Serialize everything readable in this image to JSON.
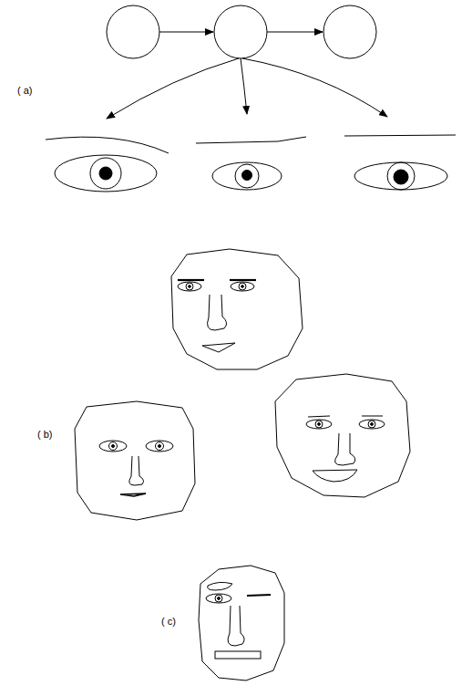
{
  "diagram": {
    "labels": [
      "( a)",
      "( b)",
      "( c)"
    ]
  }
}
